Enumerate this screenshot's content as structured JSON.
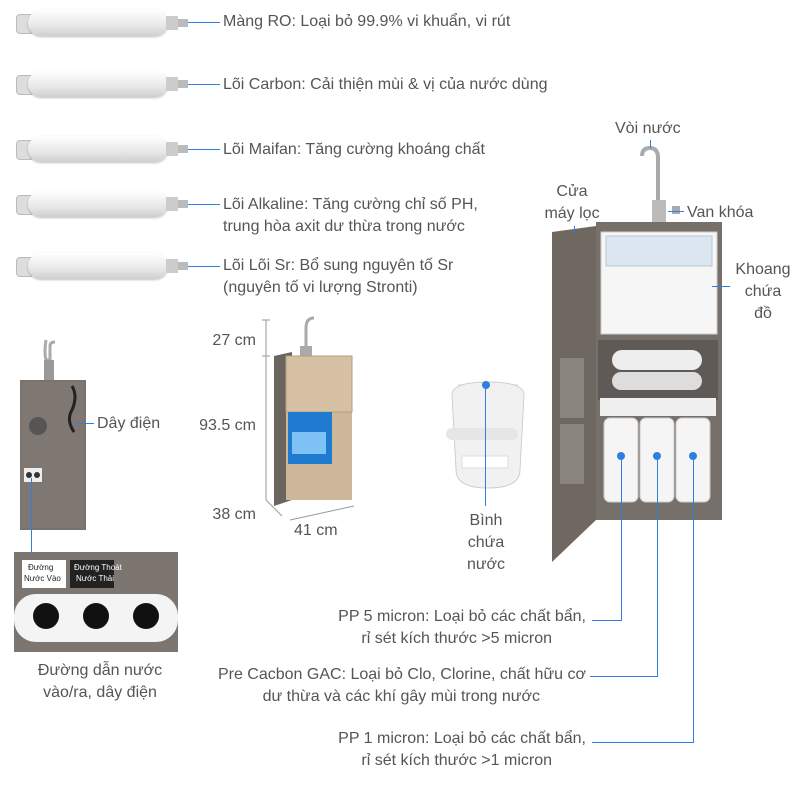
{
  "cartridges": [
    {
      "id": "ro",
      "text": "Màng RO: Loại bỏ 99.9% vi khuẩn, vi rút"
    },
    {
      "id": "carbon",
      "text": "Lõi Carbon: Cải thiện mùi & vị của nước dùng"
    },
    {
      "id": "maifan",
      "text": "Lõi Maifan: Tăng cường khoáng chất"
    },
    {
      "id": "alkaline",
      "text": "Lõi Alkaline: Tăng cường chỉ số PH,",
      "text2": "trung hòa axit dư thừa trong nước"
    },
    {
      "id": "sr",
      "text": "Lõi Lõi Sr: Bổ sung nguyên tố Sr",
      "text2": "(nguyên tố vi lượng Stronti)"
    }
  ],
  "back_view": {
    "cable_label": "Dây điện",
    "ports_caption": "Đường dẫn nước",
    "ports_caption2": "vào/ra, dây điện",
    "tag_in": "Đường",
    "tag_in2": "Nước Vào",
    "tag_out": "Đường Thoát",
    "tag_out2": "Nước Thải"
  },
  "dimensions": {
    "top": "27 cm",
    "height": "93.5 cm",
    "depth": "38 cm",
    "width": "41 cm"
  },
  "tank": {
    "label1": "Bình",
    "label2": "chứa",
    "label3": "nước"
  },
  "main": {
    "faucet": "Vòi nước",
    "valve": "Van khóa",
    "door1": "Cửa",
    "door2": "máy lọc",
    "storage1": "Khoang",
    "storage2": "chứa",
    "storage3": "đồ"
  },
  "bottom_filters": [
    {
      "l1": "PP 5 micron: Loại bỏ các chất bẩn,",
      "l2": "rỉ sét kích thước >5 micron"
    },
    {
      "l1": "Pre Cacbon GAC: Loại bỏ Clo, Clorine, chất hữu cơ",
      "l2": "dư thừa và các khí gây mùi trong nước"
    },
    {
      "l1": "PP 1 micron: Loại bỏ các chất bẩn,",
      "l2": "rỉ sét kích thước >1 micron"
    }
  ],
  "colors": {
    "accent": "#2f7fe0",
    "text": "#555555",
    "cabinet": "#6f6b66"
  }
}
